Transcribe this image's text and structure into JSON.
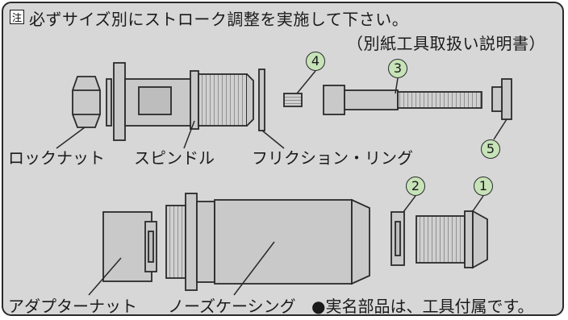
{
  "note": {
    "mark": "注",
    "line1": "必ずサイズ別にストローク調整を実施して下さい。",
    "line2": "（別紙工具取扱い説明書）"
  },
  "labels": {
    "locknut": "ロックナット",
    "spindle": "スピンドル",
    "friction_ring": "フリクション・リング",
    "adapter_nut": "アダプターナット",
    "nose_casing": "ノーズケーシング",
    "footnote": "●実名部品は、工具付属です。"
  },
  "numbers": {
    "n1": "1",
    "n2": "2",
    "n3": "3",
    "n4": "4",
    "n5": "5"
  },
  "colors": {
    "background": "#d7d7d7",
    "part_fill": "#c9c9c9",
    "outline": "#2a2a2a",
    "badge_fill": "#c7e3b8"
  }
}
